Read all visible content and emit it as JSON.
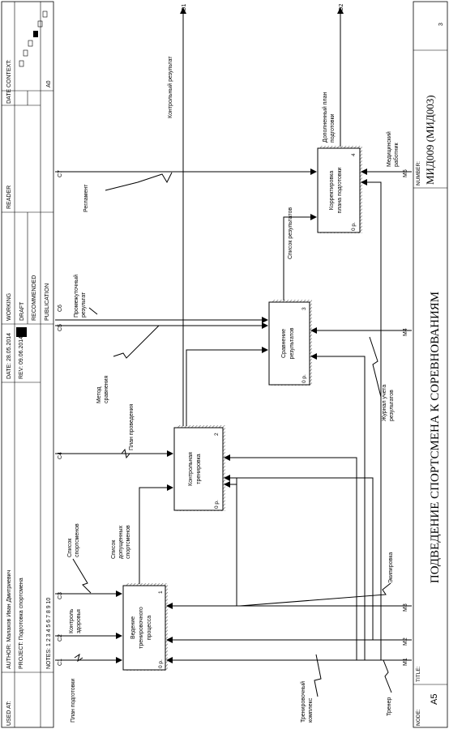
{
  "header": {
    "used_at": "USED AT:",
    "author": "AUTHOR:  Малахов Иван Дмитриевич",
    "project": "PROJECT:   Подготовка спортсмена",
    "date": "DATE:  28.05.2014",
    "rev": "REV:    09.06.2014",
    "notes": "NOTES:  1  2  3  4  5  6  7  8  9  10",
    "working": "WORKING",
    "draft": "DRAFT",
    "recommended": "RECOMMENDED",
    "publication": "PUBLICATION",
    "reader": "READER",
    "date_col": "DATE",
    "context": "CONTEXT:",
    "a0": "A0"
  },
  "footer": {
    "node_label": "NODE:",
    "node_value": "A5",
    "title_label": "TITLE:",
    "title_value": "ПОДВЕДЕНИЕ СПОРТСМЕНА К СОРЕВНОВАНИЯМ",
    "number_label": "NUMBER:",
    "number_value": "МИД009 (МИД003)",
    "page": "3"
  },
  "boxes": [
    {
      "lines": [
        "Ведение",
        "тренировочного",
        "процесса"
      ],
      "num": "1",
      "cost": "0 р."
    },
    {
      "lines": [
        "Контрольная",
        "тренировка"
      ],
      "num": "2",
      "cost": "0 р."
    },
    {
      "lines": [
        "Сравнение",
        "результатов"
      ],
      "num": "3",
      "cost": "0 р."
    },
    {
      "lines": [
        "Корректировка",
        "плана подготовки"
      ],
      "num": "4",
      "cost": "0 р."
    }
  ],
  "codes": {
    "c1": "C1",
    "c2": "C2",
    "c3": "C3",
    "c4": "C4",
    "c5": "C5",
    "c6": "C6",
    "c7": "C7",
    "m1": "M1",
    "m2": "M2",
    "m3": "M3",
    "m4": "M4",
    "m5": "M5",
    "o1": "O1",
    "o2": "O2"
  },
  "labels": {
    "plan_podgotovki": "План подготовки",
    "kontrol_zdorovya": [
      "Контроль",
      "здоровья"
    ],
    "spisok_sportsmenov": [
      "Список",
      "спортсменов"
    ],
    "spisok_dopushchennyh": [
      "Список",
      "допущенных",
      "спортсменов"
    ],
    "plan_provedeniya": "План проведения",
    "metod_sravneniya": [
      "Метод",
      "сравнения"
    ],
    "promezhutochny": [
      "Промежуточный",
      "результат"
    ],
    "reglament": "Регламент",
    "kontrolny_rezultat": "Контрольный результат",
    "spisok_rezultatov": "Список результатов",
    "dopolnenny_plan": [
      "Дополненный план",
      "подготовки"
    ],
    "medicinsky": [
      "Медицинский",
      "работник"
    ],
    "zhurnal": [
      "Журнал учета",
      "результатов"
    ],
    "ekipirovka": "Экипировка",
    "trenirovochny_kompleks": [
      "Тренировочный",
      "комплекс"
    ],
    "trener": "Тренер"
  }
}
